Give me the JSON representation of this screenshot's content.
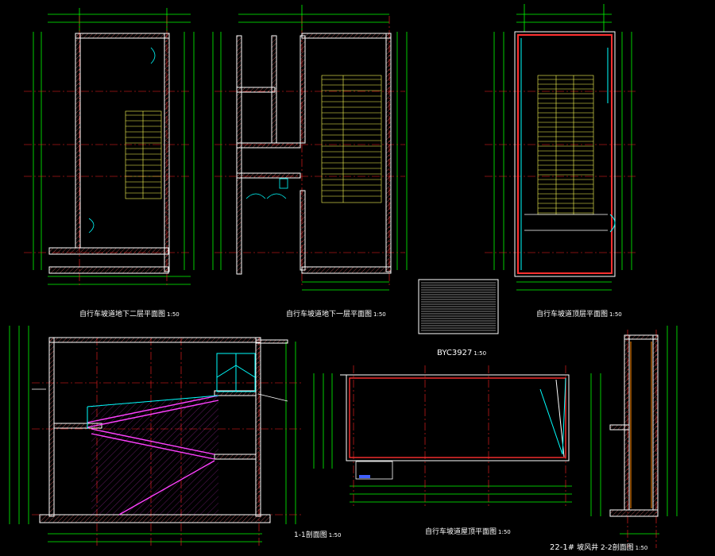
{
  "titles": {
    "plan_b2": "自行车坡道地下二层平面图",
    "plan_b2_scale": "1:50",
    "plan_b1": "自行车坡道地下一层平面图",
    "plan_b1_scale": "1:50",
    "plan_top": "自行车坡道顶层平面图",
    "plan_top_scale": "1:50",
    "louver_code": "BYC3927",
    "louver_scale": "1:50",
    "section_11": "1-1剖面图",
    "section_11_scale": "1:50",
    "roof_plan": "自行车坡道屋顶平面图",
    "roof_plan_scale": "1:50",
    "section_22_prefix": "22-1#",
    "section_22": "坡风井 2-2剖面图",
    "section_22_scale": "1:50"
  },
  "colors": {
    "background": "#000000",
    "wall": "#ffffff",
    "dimension": "#00ff00",
    "axis": "#ff2020",
    "stair": "#ffff55",
    "door": "#00ffff",
    "ramp": "#ff40ff",
    "title_text": "#ffffff"
  }
}
